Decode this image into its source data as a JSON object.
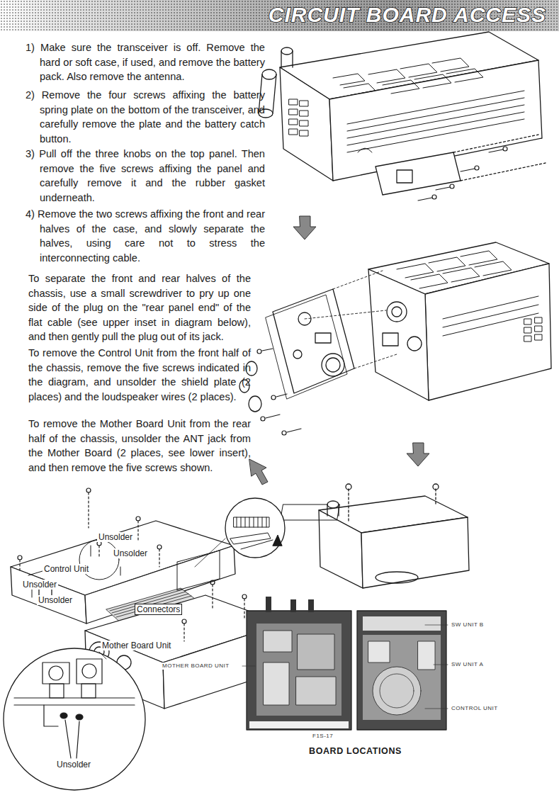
{
  "diagram": {
    "title": "CIRCUIT BOARD ACCESS",
    "labels": [
      "1) Make sure the transceiver is off. Remove the hard or soft case, if used, and remove the battery pack. Also remove the antenna.",
      "2) Remove the four screws affixing the battery spring plate on the bottom of the transceiver, and carefully remove the plate and the battery catch button.",
      "3) Pull off the three knobs on the top panel. Then remove the five screws affixing the panel and carefully remove it and the rubber gasket underneath.",
      "4) Remove the two screws affixing the front and rear halves of the case, and slowly separate the halves, using care not to stress the interconnecting cable.",
      "To separate the front and rear halves of the chassis, use a small screwdriver to pry up one side of the plug on the \"rear panel end\" of the flat cable (see upper inset in diagram below), and then gently pull the plug out of its jack.",
      "To remove the Control Unit from the front half of the chassis, remove the five screws indicated in the diagram, and unsolder the shield plate (2 places) and the loudspeaker wires (2 places).",
      "To remove the Mother Board Unit from the rear half of the chassis, unsolder the ANT jack from the Mother Board (2 places, see lower insert), and then remove the five screws shown.",
      "Unsolder",
      "Unsolder",
      "Control Unit",
      "Unsolder",
      "Unsolder",
      "Connectors",
      "Mother Board Unit",
      "Unsolder",
      "MOTHER BOARD UNIT",
      "F1S-17",
      "SW UNIT B",
      "SW UNIT A",
      "CONTROL UNIT",
      "BOARD LOCATIONS"
    ]
  }
}
